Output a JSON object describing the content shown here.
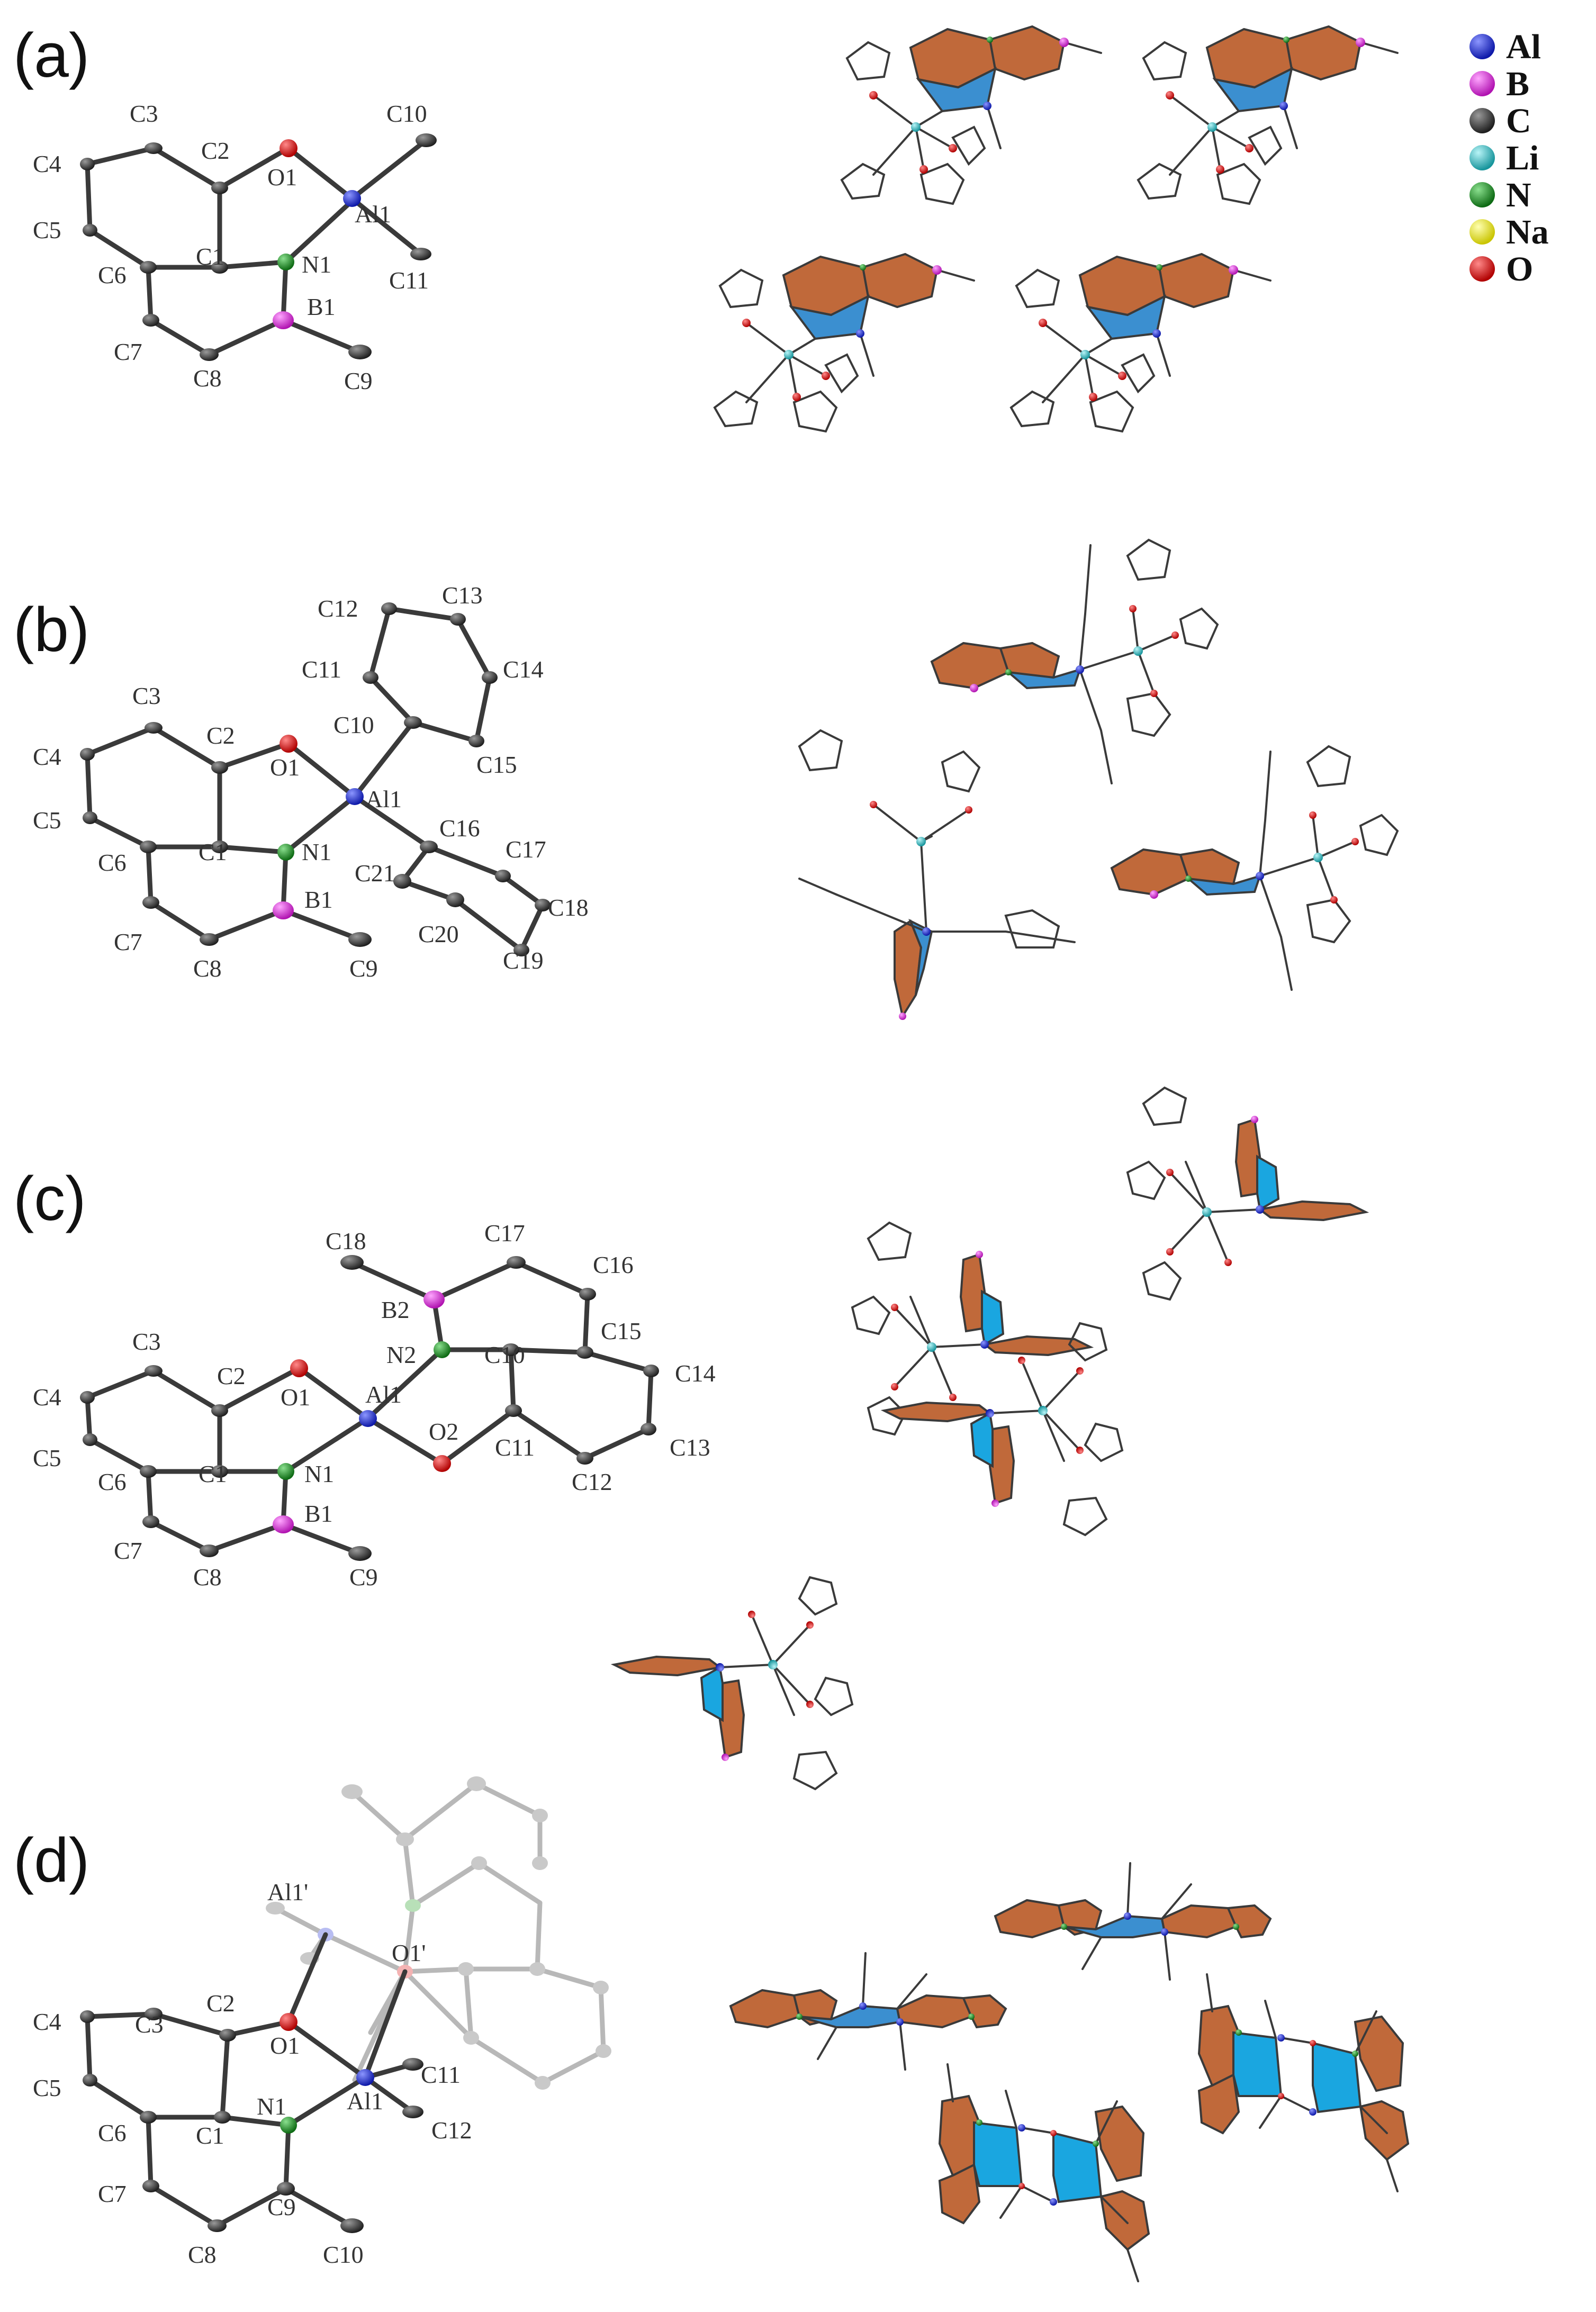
{
  "panels": [
    {
      "id": "a",
      "label": "(a)",
      "atoms": [
        "C3",
        "C2",
        "C10",
        "C4",
        "O1",
        "Al1",
        "C5",
        "C6",
        "C1",
        "N1",
        "C11",
        "B1",
        "C7",
        "C8",
        "C9"
      ]
    },
    {
      "id": "b",
      "label": "(b)",
      "atoms": [
        "C12",
        "C13",
        "C11",
        "C14",
        "C3",
        "C10",
        "C2",
        "C4",
        "O1",
        "Al1",
        "C15",
        "C16",
        "C5",
        "C1",
        "N1",
        "C17",
        "C6",
        "C21",
        "B1",
        "C18",
        "C20",
        "C7",
        "C8",
        "C9",
        "C19"
      ]
    },
    {
      "id": "c",
      "label": "(c)",
      "atoms": [
        "C18",
        "C17",
        "C16",
        "B2",
        "C15",
        "N2",
        "C10",
        "C3",
        "C2",
        "C14",
        "C4",
        "O1",
        "Al1",
        "O2",
        "C13",
        "C5",
        "C1",
        "N1",
        "C11",
        "C12",
        "C6",
        "B1",
        "C7",
        "C8",
        "C9"
      ]
    },
    {
      "id": "d",
      "label": "(d)",
      "atoms": [
        "Al1'",
        "O1'",
        "C4",
        "C3",
        "C2",
        "O1",
        "C11",
        "C5",
        "N1",
        "Al1",
        "C12",
        "C6",
        "C1",
        "C7",
        "C9",
        "C8",
        "C10"
      ]
    }
  ],
  "legend": [
    {
      "element": "Al",
      "color": "#1f2fd6"
    },
    {
      "element": "B",
      "color": "#e62ee6"
    },
    {
      "element": "C",
      "color": "#2b2b2b"
    },
    {
      "element": "Li",
      "color": "#2bbcc4"
    },
    {
      "element": "N",
      "color": "#138a1b"
    },
    {
      "element": "Na",
      "color": "#f2ee1d"
    },
    {
      "element": "O",
      "color": "#e01515"
    }
  ]
}
